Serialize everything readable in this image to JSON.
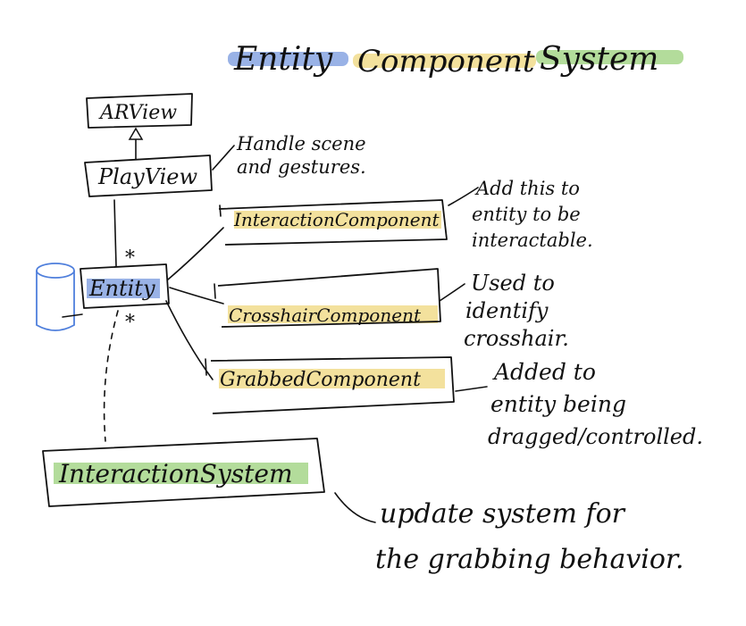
{
  "title": {
    "word1": "Entity",
    "word2": "Component",
    "word3": "System"
  },
  "classes": {
    "arview": "ARView",
    "playview": "PlayView",
    "entity": "Entity",
    "interaction_component": "InteractionComponent",
    "crosshair_component": "CrosshairComponent",
    "grabbed_component": "GrabbedComponent",
    "interaction_system": "InteractionSystem"
  },
  "multiplicity": {
    "entity_top": "*",
    "entity_bottom": "*"
  },
  "notes": {
    "playview": [
      "Handle scene",
      "and gestures."
    ],
    "interaction_component": [
      "Add this to",
      "entity to be",
      "interactable."
    ],
    "crosshair_component": [
      "Used to",
      "identify",
      "crosshair."
    ],
    "grabbed_component": [
      "Added to",
      "entity being",
      "dragged/controlled."
    ],
    "interaction_system": [
      "update system for",
      "the grabbing behavior."
    ]
  },
  "colors": {
    "highlight_blue": "#7f9fe0",
    "highlight_yellow": "#f1dc8c",
    "highlight_green": "#a6d68a",
    "cylinder_blue": "#4f7fdc",
    "ink": "#111111"
  }
}
